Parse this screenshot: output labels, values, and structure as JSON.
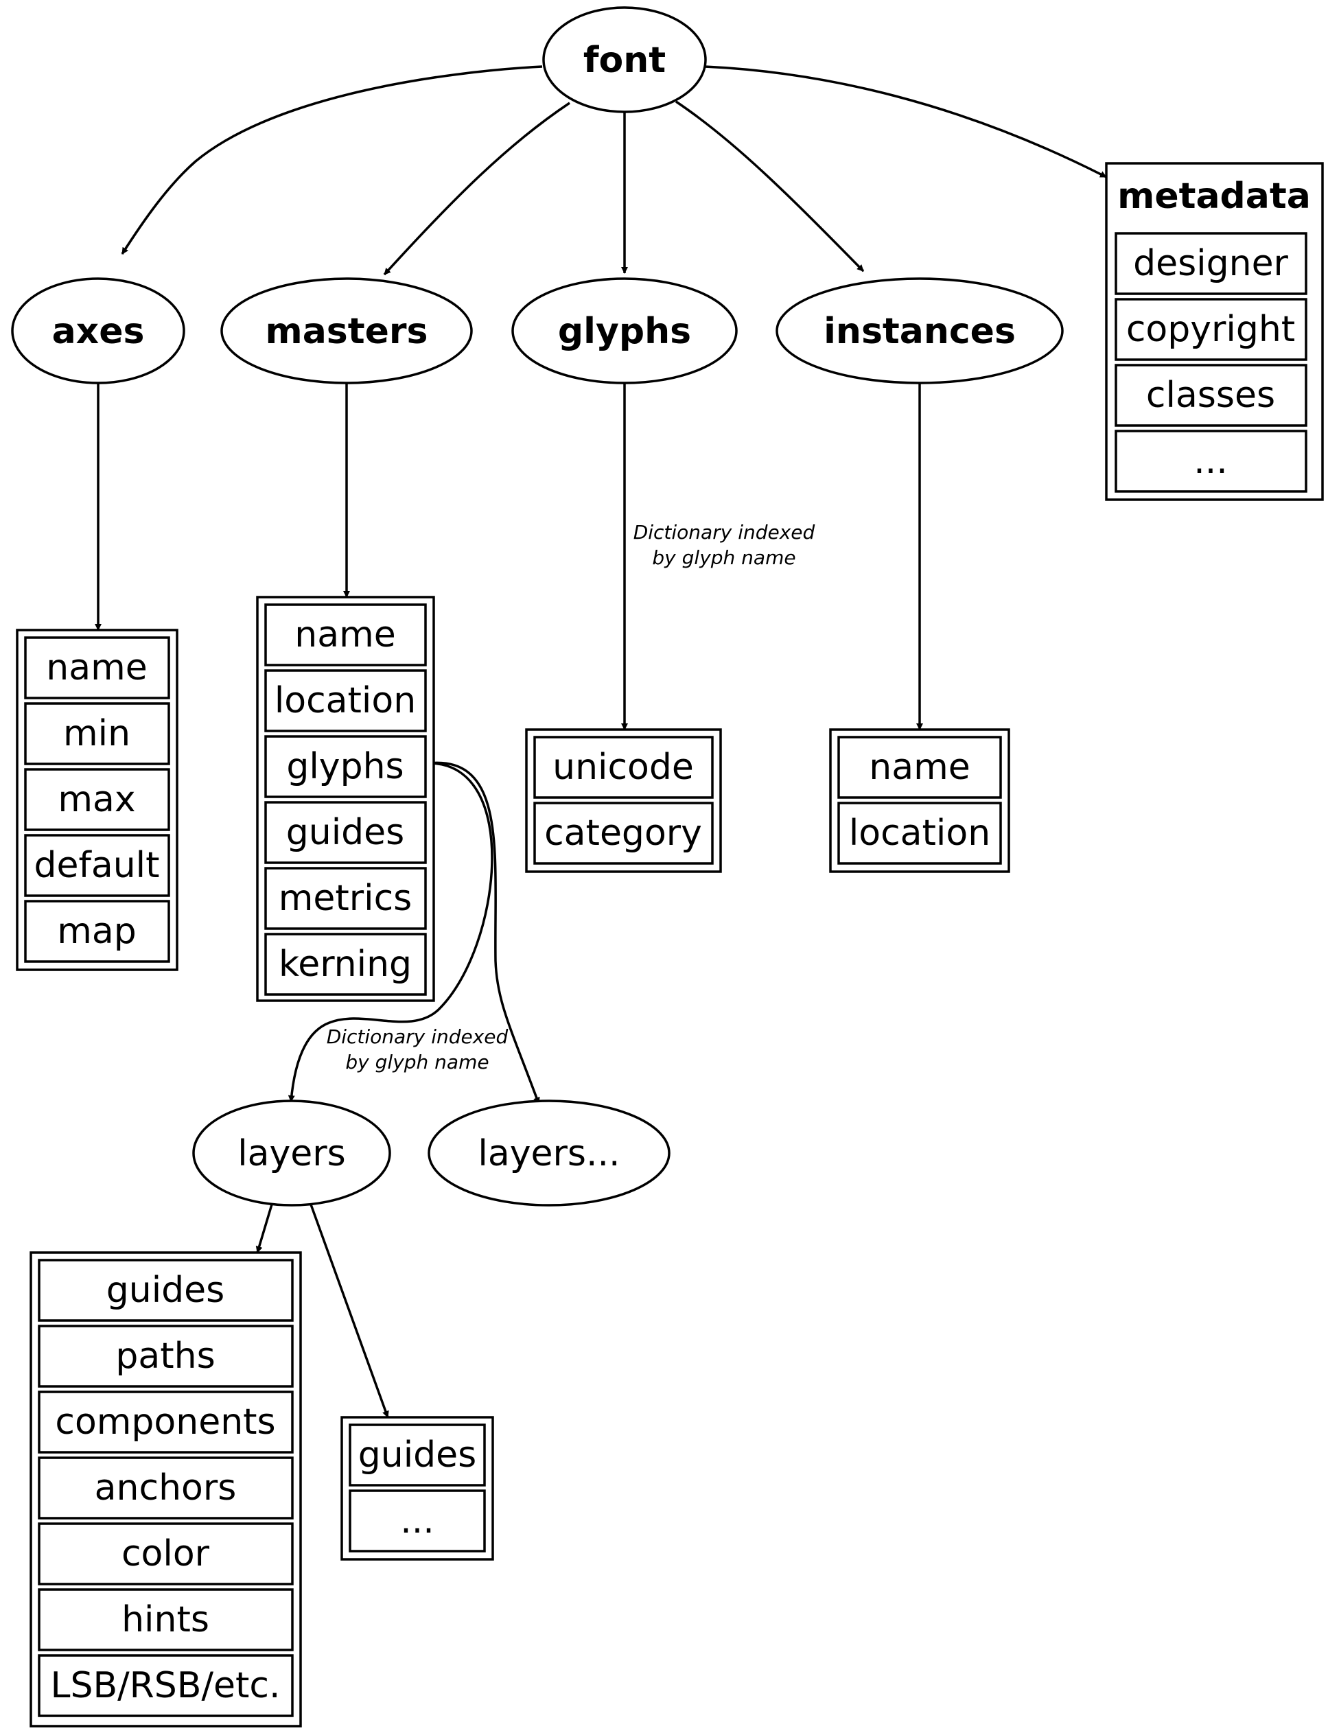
{
  "nodes": {
    "font": "font",
    "axes": "axes",
    "masters": "masters",
    "glyphs": "glyphs",
    "instances": "instances",
    "metadata": "metadata",
    "layers": "layers",
    "layers_more": "layers..."
  },
  "records": {
    "axes": [
      "name",
      "min",
      "max",
      "default",
      "map"
    ],
    "masters": [
      "name",
      "location",
      "glyphs",
      "guides",
      "metrics",
      "kerning"
    ],
    "glyphs": [
      "unicode",
      "category"
    ],
    "instances": [
      "name",
      "location"
    ],
    "metadata": [
      "designer",
      "copyright",
      "classes",
      "..."
    ],
    "layers": [
      "guides",
      "paths",
      "components",
      "anchors",
      "color",
      "hints",
      "LSB/RSB/etc."
    ],
    "layers_more": [
      "guides",
      "..."
    ]
  },
  "edge_labels": {
    "glyphs": [
      "Dictionary indexed",
      "by glyph name"
    ],
    "masters_glyphs": [
      "Dictionary indexed",
      "by glyph name"
    ]
  }
}
